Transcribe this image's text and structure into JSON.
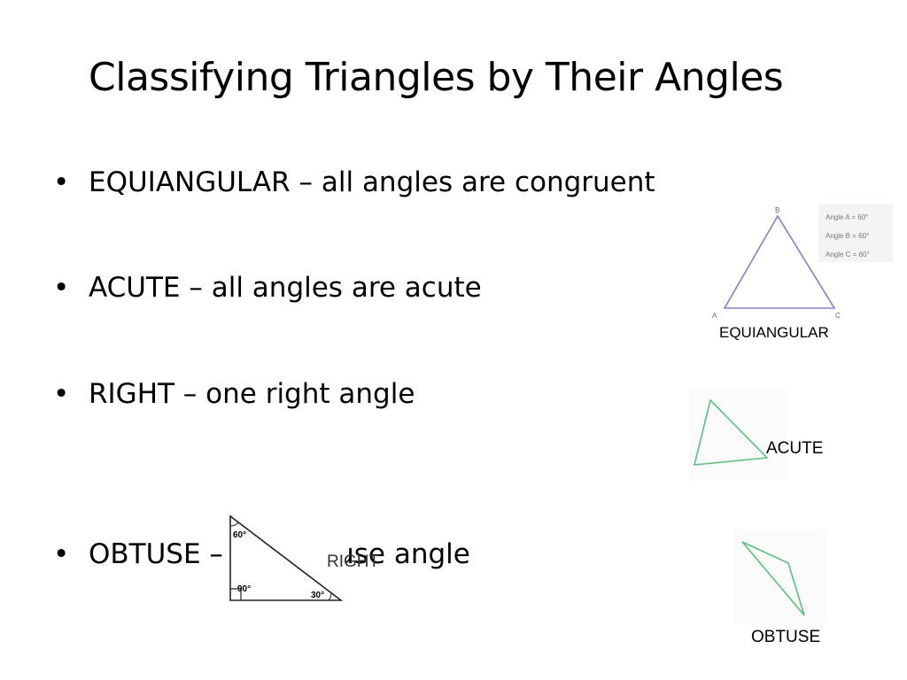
{
  "slide": {
    "title": "Classifying Triangles by Their Angles",
    "bullets": [
      {
        "symbol": "•",
        "text": "EQUIANGULAR – all angles are congruent"
      },
      {
        "symbol": "•",
        "text": "ACUTE – all angles are acute"
      },
      {
        "symbol": "•",
        "text": "RIGHT – one right angle"
      },
      {
        "symbol": "•",
        "text": "OBTUSE – one obtuse angle"
      }
    ]
  },
  "figures": {
    "equiangular": {
      "caption": "EQUIANGULAR",
      "vertex_labels": [
        "A",
        "B",
        "C"
      ],
      "angle_notes": [
        "Angle A = 60°",
        "Angle B = 60°",
        "Angle C = 60°"
      ],
      "stroke_color": "#8080cc"
    },
    "acute": {
      "caption": "ACUTE",
      "stroke_color": "#5cc080"
    },
    "right": {
      "caption": "RIGHT",
      "angle_labels": [
        "60°",
        "90°",
        "30°"
      ],
      "stroke_color": "#222222"
    },
    "obtuse": {
      "caption": "OBTUSE",
      "stroke_color": "#5cc080"
    }
  }
}
